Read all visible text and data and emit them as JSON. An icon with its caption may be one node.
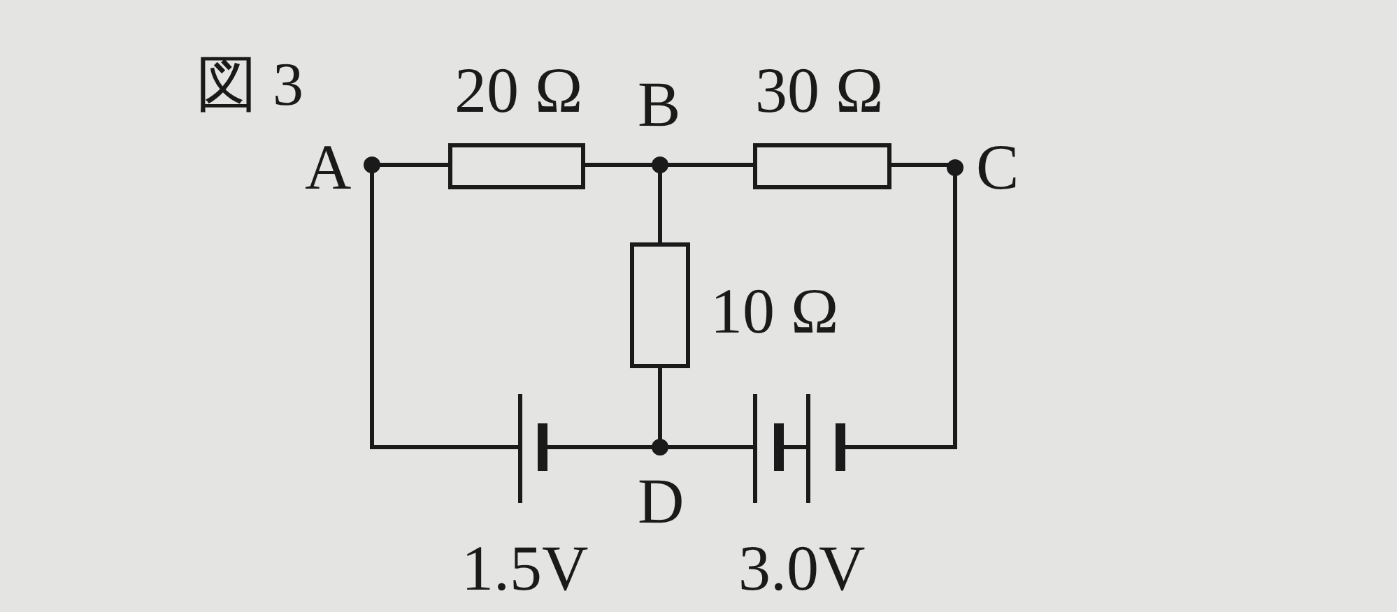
{
  "diagram": {
    "title": "図 3",
    "labels": [
      "20 Ω",
      "B",
      "30 Ω",
      "A",
      "C",
      "10 Ω",
      "D",
      "1.5V",
      "3.0V"
    ]
  }
}
